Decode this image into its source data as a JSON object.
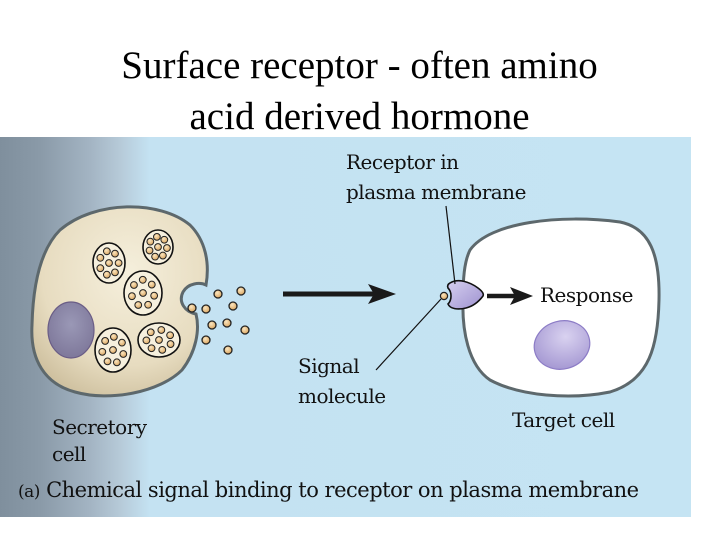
{
  "slide": {
    "title_lines": [
      "Surface receptor - often amino",
      "acid derived hormone"
    ]
  },
  "figure": {
    "labels": {
      "receptor": [
        "Receptor in",
        "plasma membrane"
      ],
      "response": "Response",
      "signal_molecule": [
        "Signal",
        "molecule"
      ],
      "secretory_cell": [
        "Secretory",
        "cell"
      ],
      "target_cell": "Target cell"
    },
    "caption": {
      "part": "(a)",
      "text": "Chemical signal binding to receptor on plasma membrane"
    },
    "colors": {
      "background": "#c5e4f3",
      "cell_fill_secretory": "#ece4cc",
      "cell_fill_target": "#ffffff",
      "membrane": "#5f6a6e",
      "nucleus": "#b3a6d8",
      "signal_molecule": "#f0c88a",
      "receptor": "#b9aee0",
      "arrow": "#1a1a1a"
    }
  }
}
